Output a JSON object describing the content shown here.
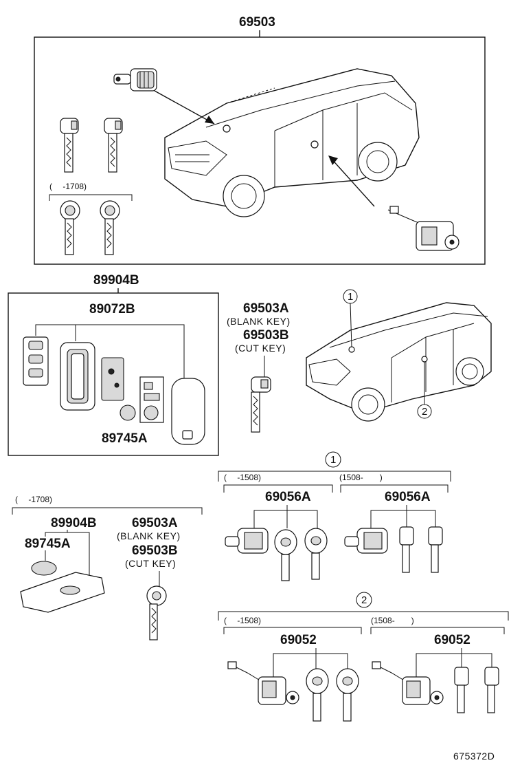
{
  "parts": {
    "top_group": "69503",
    "smart_key_assy": "89904B",
    "transmitter_housing": "89072B",
    "battery": "89745A",
    "blank_key_pn": "69503A",
    "blank_key_note": "(BLANK KEY)",
    "cut_key_pn": "69503B",
    "cut_key_note": "(CUT KEY)",
    "door_cylinder_set": "69056A",
    "ignition_cylinder_set": "69052"
  },
  "notes": {
    "upto_1708": "(　 -1708)",
    "upto_1508": "(　 -1508)",
    "from_1508": "(1508-　　)"
  },
  "callouts": {
    "one": "1",
    "two": "2"
  },
  "drawing_number": "675372D"
}
